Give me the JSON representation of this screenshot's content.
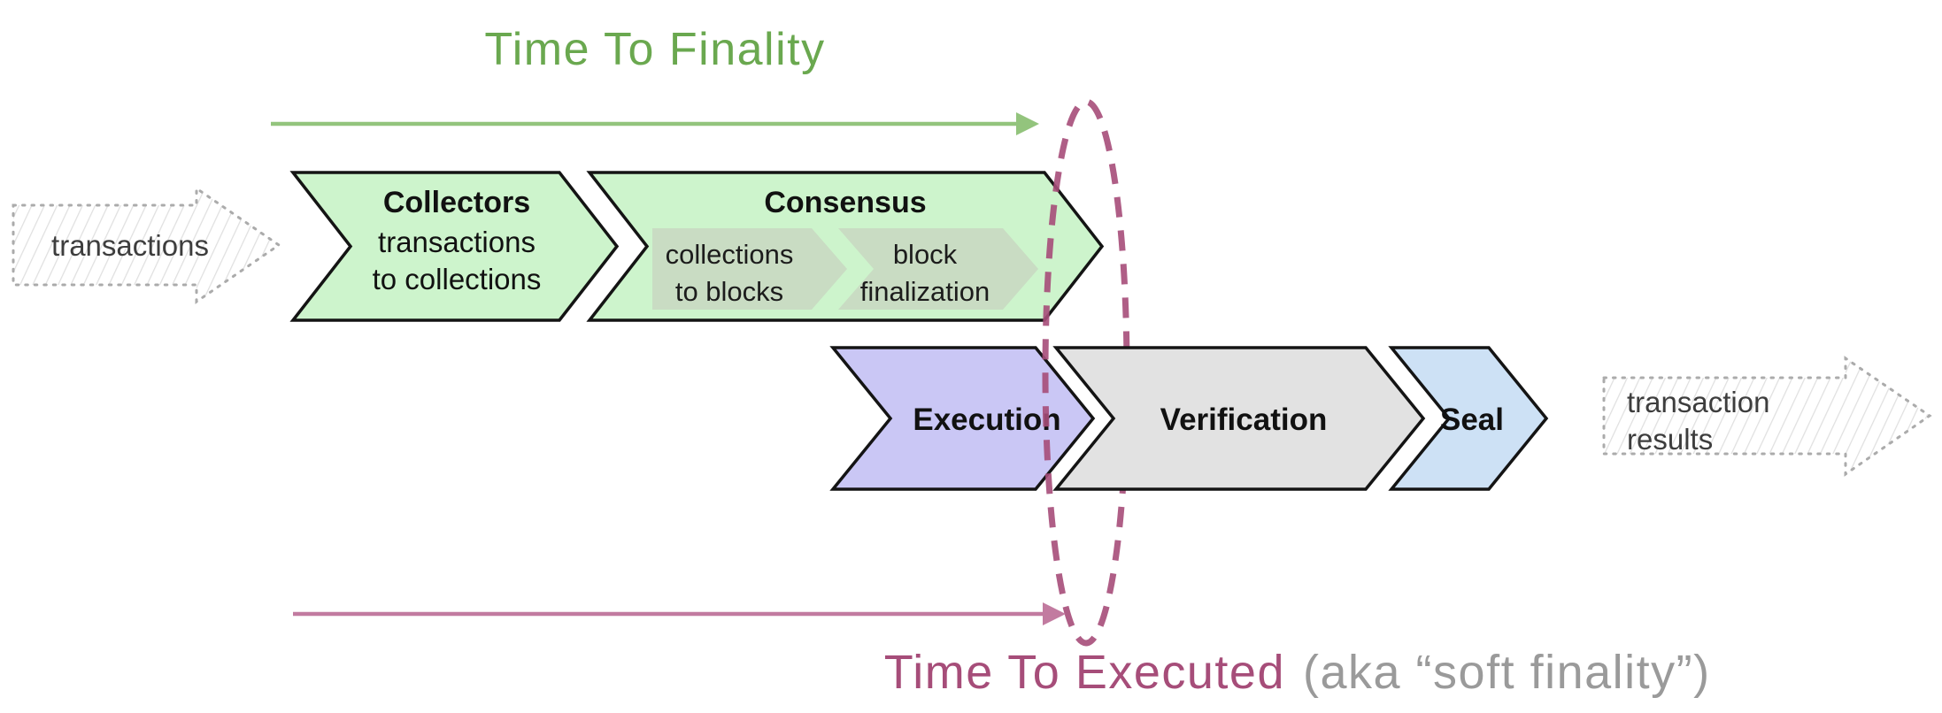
{
  "titles": {
    "finality": "Time To Finality",
    "executed_main": "Time To Executed",
    "executed_suffix": "(aka “soft finality”)"
  },
  "io": {
    "input_label": "transactions",
    "output_line1": "transaction",
    "output_line2": "results"
  },
  "stages": {
    "collectors": {
      "title": "Collectors",
      "line1": "transactions",
      "line2": "to collections"
    },
    "consensus": {
      "title": "Consensus",
      "sub1": {
        "line1": "collections",
        "line2": "to blocks"
      },
      "sub2": {
        "line1": "block",
        "line2": "finalization"
      }
    },
    "execution": {
      "title": "Execution"
    },
    "verification": {
      "title": "Verification"
    },
    "seal": {
      "title": "Seal"
    }
  },
  "colors": {
    "finality_green": "#6aa84f",
    "finality_arrow": "#93c47d",
    "executed_maroon": "#a64d79",
    "executed_suffix_gray": "#9a9a9a",
    "executed_arrow": "#c27ba0",
    "ellipse": "#a64d79",
    "collectors_fill": "#cdf4cc",
    "consensus_fill": "#cdf4cc",
    "consensus_sub_fill": "#c9dcc3",
    "execution_fill": "#cac7f5",
    "verification_fill": "#e2e2e2",
    "seal_fill": "#cde1f5"
  }
}
